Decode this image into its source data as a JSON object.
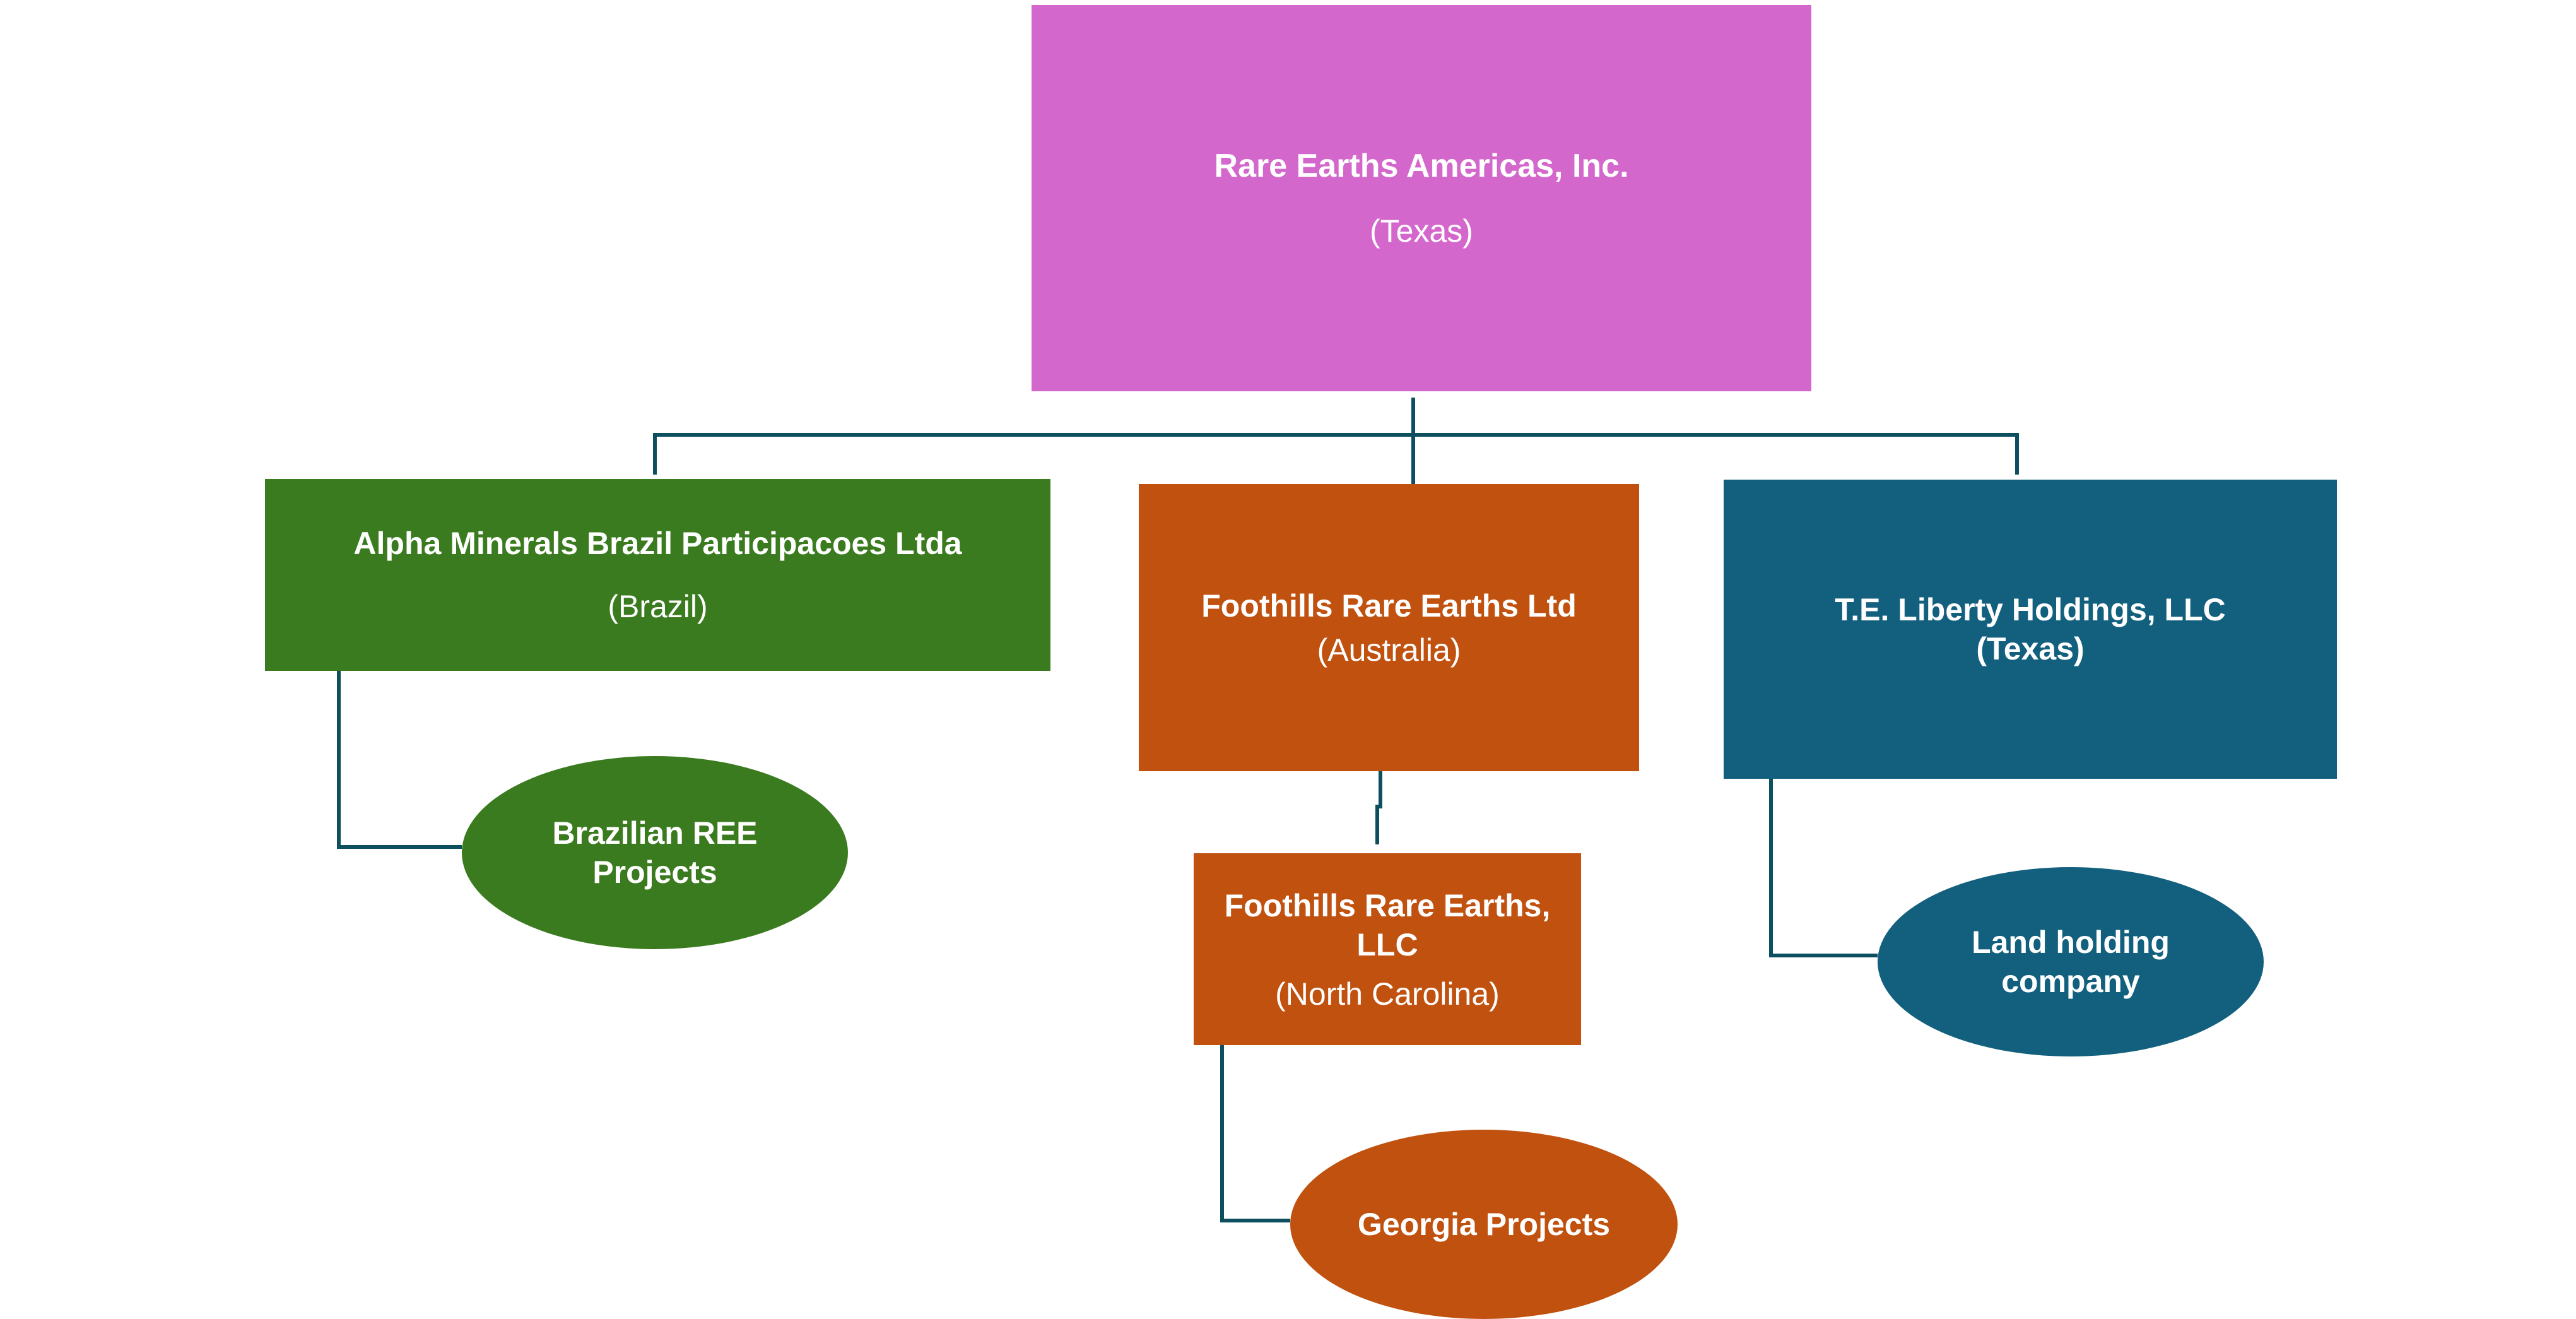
{
  "diagram": {
    "line_color": "#0e4f5f",
    "nodes": {
      "root": {
        "name": "Rare Earths Americas, Inc.",
        "jurisdiction": "(Texas)",
        "color": "#d467cc"
      },
      "alpha": {
        "name": "Alpha Minerals Brazil Participacoes Ltda",
        "jurisdiction": "(Brazil)",
        "color": "#3b7b1f"
      },
      "foothills_ltd": {
        "name": "Foothills Rare Earths Ltd",
        "jurisdiction": "(Australia)",
        "color": "#c0510f"
      },
      "te_liberty": {
        "name_line1": "T.E. Liberty Holdings, LLC",
        "name_line2": "(Texas)",
        "color": "#12607e"
      },
      "brazilian_ree": {
        "line1": "Brazilian REE",
        "line2": "Projects",
        "color": "#3b7b1f"
      },
      "foothills_llc": {
        "name_line1": "Foothills Rare Earths,",
        "name_line2": "LLC",
        "jurisdiction": "(North Carolina)",
        "color": "#c0510f"
      },
      "land_holding": {
        "line1": "Land holding",
        "line2": "company",
        "color": "#12607e"
      },
      "georgia": {
        "label": "Georgia Projects",
        "color": "#c0510f"
      }
    },
    "edges": [
      {
        "from": "root",
        "to": "alpha"
      },
      {
        "from": "root",
        "to": "foothills_ltd"
      },
      {
        "from": "root",
        "to": "te_liberty"
      },
      {
        "from": "alpha",
        "to": "brazilian_ree"
      },
      {
        "from": "foothills_ltd",
        "to": "foothills_llc"
      },
      {
        "from": "foothills_llc",
        "to": "georgia"
      },
      {
        "from": "te_liberty",
        "to": "land_holding"
      }
    ]
  }
}
